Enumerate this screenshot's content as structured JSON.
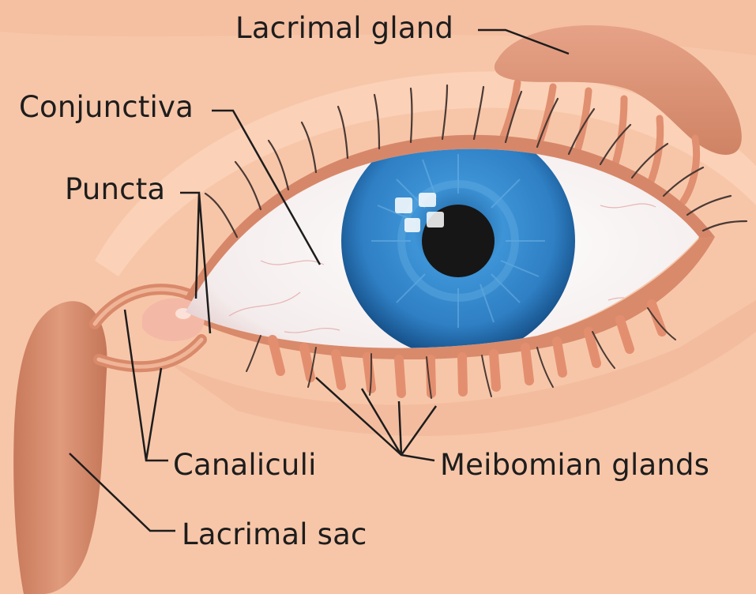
{
  "labels": {
    "lacrimal_gland": "Lacrimal gland",
    "conjunctiva": "Conjunctiva",
    "puncta": "Puncta",
    "canaliculi": "Canaliculi",
    "meibomian_glands": "Meibomian glands",
    "lacrimal_sac": "Lacrimal sac"
  },
  "colors": {
    "skin": "#f7c6a8",
    "tissue": "#e49a7a",
    "tissue_dark": "#c97a5d",
    "sclera": "#fbf7f6",
    "iris": "#2f7fc4",
    "iris_dark": "#144e86",
    "pupil": "#161616",
    "lash": "#4a3a35",
    "leader_line": "#1d1d1d"
  }
}
